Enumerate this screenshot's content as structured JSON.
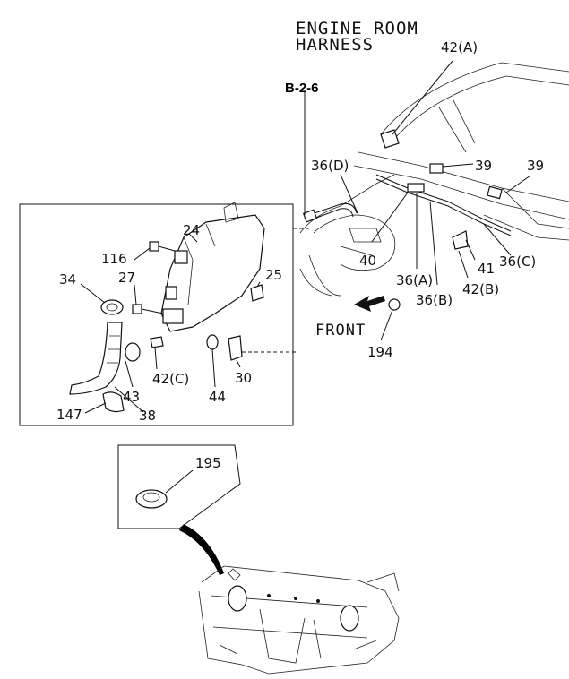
{
  "diagram": {
    "heading_line1": "ENGINE ROOM",
    "heading_line2": "HARNESS",
    "ref_label": "B-2-6",
    "front_label": "FRONT",
    "callouts": {
      "c42A": "42(A)",
      "c39a": "39",
      "c39b": "39",
      "c36D": "36(D)",
      "c40": "40",
      "c36A": "36(A)",
      "c36B": "36(B)",
      "c42B": "42(B)",
      "c41": "41",
      "c36C": "36(C)",
      "c194": "194",
      "c24": "24",
      "c116": "116",
      "c27": "27",
      "c25": "25",
      "c34": "34",
      "c42C": "42(C)",
      "c43": "43",
      "c44": "44",
      "c30": "30",
      "c147": "147",
      "c38": "38",
      "c195": "195"
    }
  }
}
